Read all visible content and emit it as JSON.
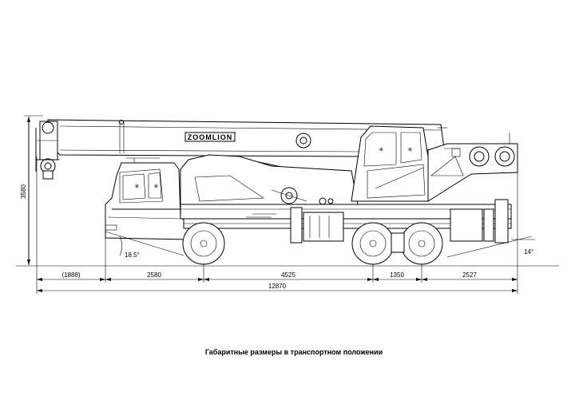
{
  "brand_logo": "ZOOMLION",
  "caption": "Габаритные размеры в транспортном положении",
  "dimensions": {
    "front_overhang": "(1888)",
    "axle_1_to_2": "2580",
    "axle_2_to_3": "4525",
    "axle_3_to_4": "1350",
    "rear_overhang": "2527",
    "overall_length": "12870",
    "overall_height": "3580"
  },
  "angles": {
    "approach": "18.5°",
    "departure": "14°"
  }
}
